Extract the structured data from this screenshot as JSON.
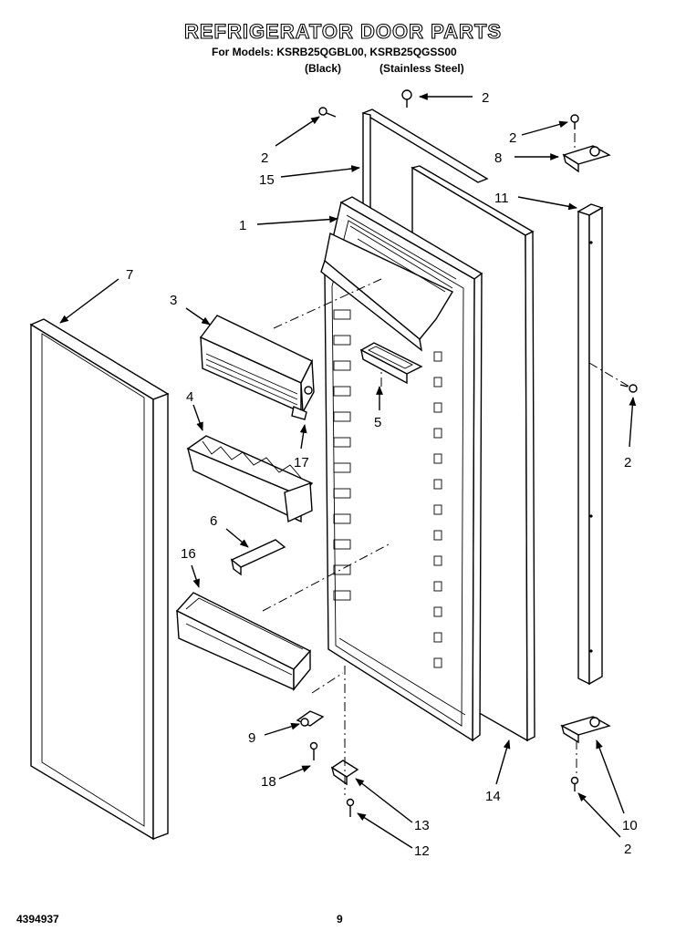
{
  "header": {
    "title": "REFRIGERATOR DOOR PARTS",
    "models_line": "For Models: KSRB25QGBL00, KSRB25QGSS00",
    "model_black": "(Black)",
    "model_stainless": "(Stainless Steel)"
  },
  "footer": {
    "doc_number": "4394937",
    "page_number": "9"
  },
  "callouts": {
    "c1": "1",
    "c2a": "2",
    "c2b": "2",
    "c2c": "2",
    "c2d": "2",
    "c2e": "2",
    "c3": "3",
    "c4": "4",
    "c5": "5",
    "c6": "6",
    "c7": "7",
    "c8": "8",
    "c9": "9",
    "c10": "10",
    "c11": "11",
    "c12": "12",
    "c13": "13",
    "c14": "14",
    "c15": "15",
    "c16": "16",
    "c17": "17",
    "c18": "18"
  }
}
